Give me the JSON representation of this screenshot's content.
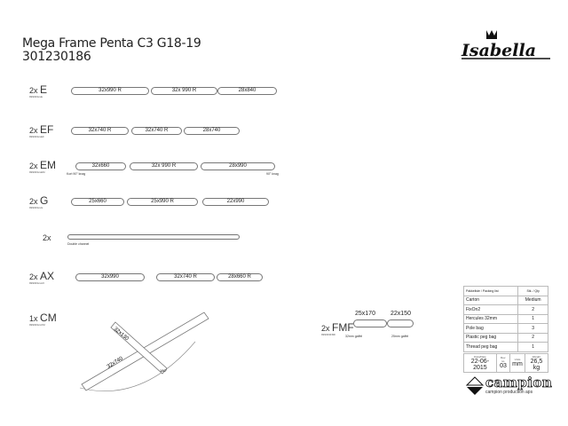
{
  "header": {
    "title": "Mega Frame Penta C3 G18-19",
    "number": "301230186",
    "brand": "Isabella"
  },
  "rows": [
    {
      "qty": "2x",
      "name": "E",
      "code": "999033xxE",
      "segments": [
        "32x990 R",
        "32x 990 R",
        "28x840"
      ]
    },
    {
      "qty": "2x",
      "name": "EF",
      "code": "999033xxEF",
      "segments": [
        "32x740 R",
        "32x740 R",
        "28x740"
      ]
    },
    {
      "qty": "2x",
      "name": "EM",
      "code": "999033xxEM",
      "segments": [
        "32x660",
        "32x 990 R",
        "28x990"
      ],
      "notes": [
        "Kort 90° knag",
        "90° knag"
      ]
    },
    {
      "qty": "2x",
      "name": "G",
      "code": "999033xxG",
      "segments": [
        "25x660",
        "25x990 R",
        "22x990"
      ]
    },
    {
      "qty": "2x",
      "name": "",
      "code": "",
      "segments": [],
      "notes": [
        "Double channel"
      ]
    },
    {
      "qty": "2x",
      "name": "AX",
      "code": "999033xxAX",
      "segments": [
        "32x990",
        "32x740 R",
        "28x660 R"
      ]
    },
    {
      "qty": "1x",
      "name": "CM",
      "code": "999033xxCM",
      "segments": [
        "32x130",
        "32x740"
      ],
      "notes": [
        "180°"
      ]
    }
  ],
  "fmf": {
    "qty": "2x",
    "name": "FMF",
    "code": "999033FMF",
    "segments": [
      "25x170",
      "22x150"
    ],
    "notes": [
      "32mm gaffel",
      "25mm gaffel"
    ]
  },
  "packing": {
    "header": [
      "Pakkeliste / Packing list",
      "Stk. / Qty"
    ],
    "items": [
      [
        "Carton",
        "Medium"
      ],
      [
        "FixOn2",
        "2"
      ],
      [
        "Hercules 32mm",
        "1"
      ],
      [
        "Pole bag",
        "3"
      ],
      [
        "Plastic peg bag",
        "2"
      ],
      [
        "Thread peg bag",
        "1"
      ]
    ],
    "footer": {
      "date_label": "Dato/Date",
      "date": "22-06-2015",
      "rev_label": "Rev. no.",
      "rev": "03",
      "units_label": "Units",
      "units": "mm",
      "weight_label": "Weight",
      "weight": "26,5 kg"
    }
  },
  "company": {
    "name": "campion",
    "tagline": "campion production aps"
  }
}
